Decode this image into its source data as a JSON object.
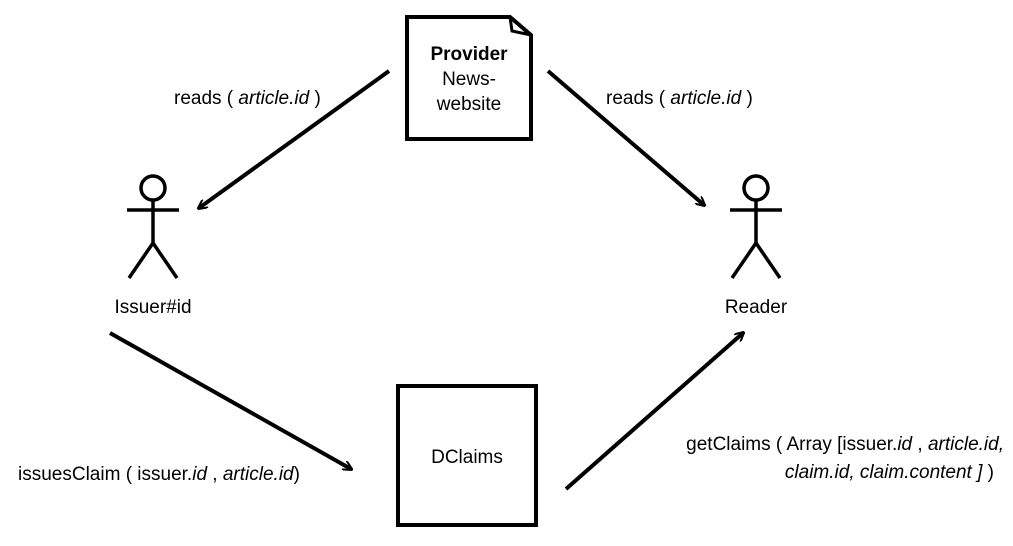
{
  "provider": {
    "title": "Provider",
    "line1": "News-",
    "line2": "website"
  },
  "actors": {
    "issuer": "Issuer#id",
    "reader": "Reader"
  },
  "dclaims": {
    "label": "DClaims"
  },
  "edges": {
    "reads_left": {
      "prefix": "reads ( ",
      "arg": "article.id",
      "suffix": " )"
    },
    "reads_right": {
      "prefix": "reads ( ",
      "arg": "article.id",
      "suffix": " )"
    },
    "issues_claim": {
      "prefix": "issuesClaim ( issuer.",
      "arg1": "id",
      "sep": " , ",
      "arg2": "article.id",
      "suffix": ")"
    },
    "get_claims": {
      "prefix": "getClaims ( Array [issuer.",
      "arg1": "id",
      "sep1": " , ",
      "arg2": "article.id,",
      "arg3": "claim.id, claim.content ]",
      "suffix": " )"
    }
  },
  "colors": {
    "stroke": "#000000",
    "background": "#ffffff",
    "text": "#000000"
  }
}
